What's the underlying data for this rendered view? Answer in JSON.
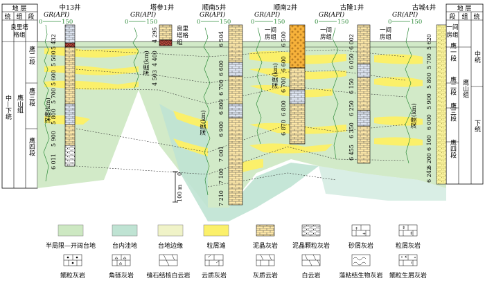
{
  "strat_table": {
    "header_left": {
      "system": "统",
      "group": "组",
      "member": "段",
      "title": "地 层",
      "lianglitage": "良里塔格组",
      "period": "中—下统",
      "yingshan": "鹰山组",
      "seg2": "鹰二段",
      "seg3": "鹰三段",
      "seg4": "鹰四段"
    },
    "header_right": {
      "title": "地 层",
      "member": "段",
      "group": "组",
      "system": "统",
      "jianfang": "一间房组",
      "seg1": "鹰一段",
      "seg2": "鹰二段",
      "seg3": "鹰三段",
      "seg4": "鹰四段",
      "yingshan": "鹰山组",
      "middle": "中统",
      "lower": "下统"
    }
  },
  "gr_label": {
    "name": "GR",
    "unit": "(API)",
    "min": "0",
    "max": "150"
  },
  "scale_bar": {
    "top": "0",
    "bottom": "100 m"
  },
  "depth_label": "深度(km)",
  "wells": [
    {
      "name": "中13井",
      "top_formation": "",
      "depths": [
        "5 432",
        "5 500",
        "5 600",
        "5 700",
        "5 800",
        "5 900",
        "6 011"
      ]
    },
    {
      "name": "塔参1井",
      "top_formation": "良里塔格组",
      "depths": [
        "4 295",
        "4 400",
        "4 503"
      ]
    },
    {
      "name": "顺南5井",
      "top_formation": "",
      "depths": [
        "6 504",
        "6 600",
        "6 700",
        "6 800",
        "6 900",
        "7 001",
        "7 100",
        "7 210"
      ]
    },
    {
      "name": "顺南2井",
      "top_formation": "一间房组",
      "depths": [
        "6 500",
        "6 600",
        "6 700",
        "6 800",
        "6 870"
      ]
    },
    {
      "name": "古隆1井",
      "top_formation": "",
      "depths": [
        "6 002",
        "6 050",
        "6 150",
        "6 250",
        "6 350",
        "6 455"
      ]
    },
    {
      "name": "古城4井",
      "top_formation": "一间房组",
      "depths": [
        "5 620",
        "5 700",
        "5 800",
        "5 900",
        "6 000",
        "6 100",
        "6 200",
        "6 242"
      ]
    }
  ],
  "legend": {
    "facies": [
      {
        "label": "半局限—开阔台地",
        "color": "#cde8c2"
      },
      {
        "label": "台内洼地",
        "color": "#bfe3d3"
      },
      {
        "label": "台地边缘",
        "color": "#f0f3c8"
      },
      {
        "label": "粒屑滩",
        "color": "#fbf06a"
      }
    ],
    "lithology": [
      {
        "label": "泥晶灰岩",
        "pattern": "brick"
      },
      {
        "label": "泥晶颗粒灰岩",
        "pattern": "brick-dots"
      },
      {
        "label": "砂屑灰岩",
        "pattern": "brick-plus"
      },
      {
        "label": "粒屑灰岩",
        "pattern": "brick-vert"
      },
      {
        "label": "鲕粒灰岩",
        "pattern": "ooid"
      },
      {
        "label": "角砾灰岩",
        "pattern": "breccia"
      },
      {
        "label": "缝石结核白云岩",
        "pattern": "dolo-nodule"
      },
      {
        "label": "云质灰岩",
        "pattern": "dolo-lime"
      },
      {
        "label": "灰质云岩",
        "pattern": "lime-dolo"
      },
      {
        "label": "白云岩",
        "pattern": "dolo"
      },
      {
        "label": "藻粘结生物灰岩",
        "pattern": "algal"
      },
      {
        "label": "鲕粒生屑灰岩",
        "pattern": "bioclast"
      }
    ]
  },
  "colors": {
    "brick_fill": "#fde7a8",
    "brick_line": "#444",
    "band_yellow": "#fbf06a",
    "band_green": "#cfe9c9",
    "band_teal": "#bfe3d3",
    "orange": "#f7b23b",
    "marker_red": "#c0392b",
    "curve_green": "#2e8b3a"
  }
}
